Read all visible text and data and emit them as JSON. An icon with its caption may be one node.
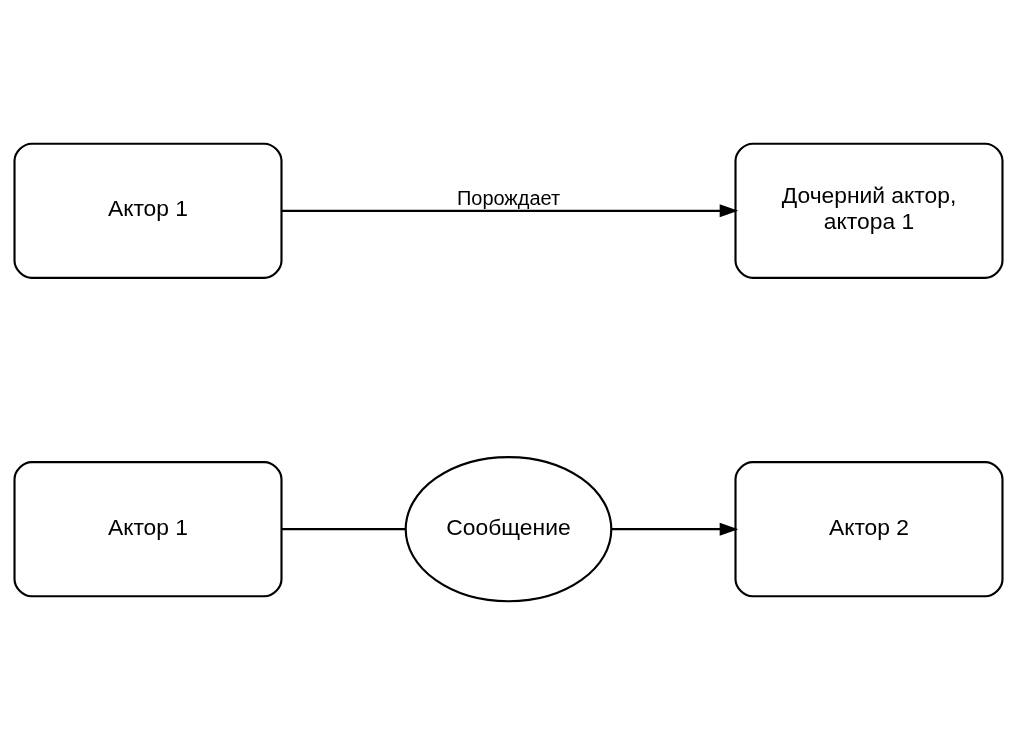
{
  "diagram": {
    "nodes": [
      {
        "text": [
          "Сообщение"
        ]
      },
      {
        "text": [
          "Актор 1"
        ]
      },
      {
        "text": [
          "Актор 2"
        ]
      },
      {
        "text": [
          "Актор 1"
        ]
      },
      {
        "text": [
          "Дочерний актор, актора 1"
        ]
      }
    ],
    "edges": [
      {
        "from": 1,
        "to": 0,
        "arrow": "none"
      },
      {
        "from": 0,
        "to": 2,
        "arrow": "to"
      },
      {
        "from": 3,
        "to": 4,
        "arrow": "to",
        "label": "Порождает"
      }
    ]
  }
}
